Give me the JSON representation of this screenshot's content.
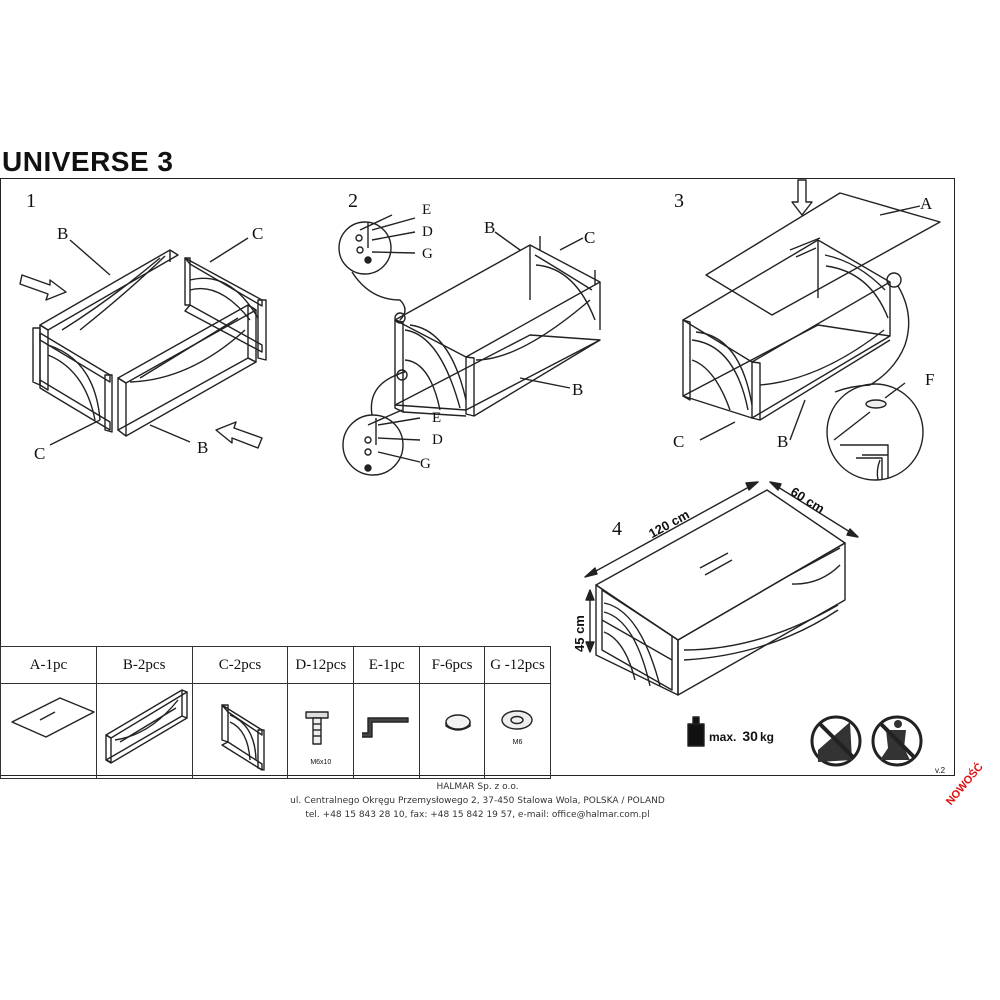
{
  "title": "UNIVERSE 3",
  "steps": {
    "s1": "1",
    "s2": "2",
    "s3": "3",
    "s4": "4"
  },
  "labels": {
    "s1_b_top": "B",
    "s1_c_top": "C",
    "s1_c_bottom": "C",
    "s1_b_bottom": "B",
    "s2_e1": "E",
    "s2_d1": "D",
    "s2_g1": "G",
    "s2_b_top": "B",
    "s2_c_top": "C",
    "s2_b_bottom": "B",
    "s2_e2": "E",
    "s2_d2": "D",
    "s2_g2": "G",
    "s3_a": "A",
    "s3_f": "F",
    "s3_c": "C",
    "s3_b": "B"
  },
  "dimensions": {
    "length": "120 cm",
    "width": "60 cm",
    "height": "45 cm"
  },
  "parts": {
    "headers": [
      "A-1pc",
      "B-2pcs",
      "C-2pcs",
      "D-12pcs",
      "E-1pc",
      "F-6pcs",
      "G -12pcs"
    ],
    "screw_spec": "M6x10",
    "washer_spec": "M6"
  },
  "max_load": {
    "prefix": "max.",
    "value": "30",
    "unit": "kg"
  },
  "version": "v.2",
  "footer": {
    "company": "HALMAR Sp. z o.o.",
    "address": "ul. Centralnego Okręgu Przemysłowego 2, 37-450 Stalowa Wola, POLSKA / POLAND",
    "contact": "tel. +48 15 843 28 10, fax: +48 15 842 19 57, e-mail: office@halmar.com.pl"
  },
  "stamp": "NOWOŚĆ",
  "colors": {
    "line": "#222222",
    "stamp": "#e01010",
    "fill_dark": "#111111"
  },
  "icons": [
    "weight-icon",
    "no-climbing-icon",
    "no-standing-icon",
    "allen-key-icon",
    "screw-icon",
    "washer-icon",
    "glide-pad-icon"
  ]
}
